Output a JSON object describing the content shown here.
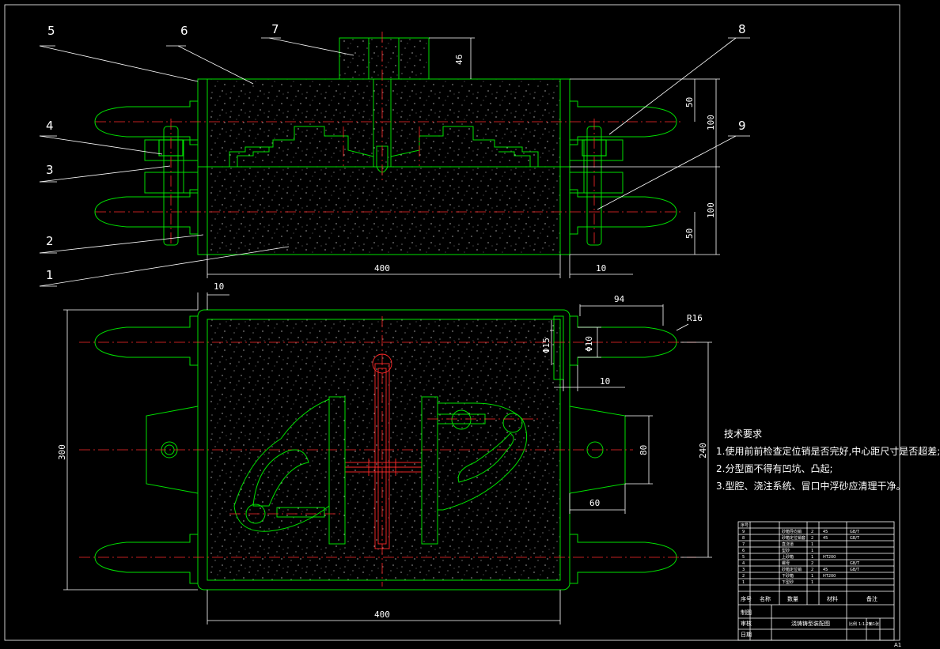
{
  "callouts": [
    "1",
    "2",
    "3",
    "4",
    "5",
    "6",
    "7",
    "8",
    "9"
  ],
  "dimensions": {
    "front_width": "400",
    "sprue_height": "46",
    "upper_half": "100",
    "upper_pin": "50",
    "lower_half": "100",
    "lower_pin": "50",
    "ear_offset": "10",
    "plan_offset": "10",
    "pin_length": "94",
    "radius": "R16",
    "bush_dia": "Φ15",
    "pin_dia": "Φ10",
    "pin_gap": "10",
    "plan_height": "300",
    "plan_width": "400",
    "lug_height": "80",
    "lug_depth": "60",
    "pin_spacing": "240"
  },
  "technical_requirements": {
    "title": "技术要求",
    "items": [
      "1.使用前前检查定位销是否完好,中心距尺寸是否超差;",
      "2.分型面不得有凹坑、凸起;",
      "3.型腔、浇注系统、冒口中浮砂应清理干净。"
    ]
  },
  "title_block": {
    "header": "序号",
    "rows": [
      {
        "no": "9",
        "name": "砂箱导向销",
        "qty": "2",
        "material": "45",
        "note": "GB/T"
      },
      {
        "no": "8",
        "name": "砂箱定位销套",
        "qty": "2",
        "material": "45",
        "note": "GB/T"
      },
      {
        "no": "7",
        "name": "直浇道",
        "qty": "1",
        "material": "",
        "note": ""
      },
      {
        "no": "6",
        "name": "型砂",
        "qty": "1",
        "material": "",
        "note": ""
      },
      {
        "no": "5",
        "name": "上砂箱",
        "qty": "1",
        "material": "HT200",
        "note": ""
      },
      {
        "no": "4",
        "name": "螺母",
        "qty": "2",
        "material": "",
        "note": "GB/T"
      },
      {
        "no": "3",
        "name": "砂箱定位销",
        "qty": "2",
        "material": "45",
        "note": "GB/T"
      },
      {
        "no": "2",
        "name": "下砂箱",
        "qty": "1",
        "material": "HT200",
        "note": ""
      },
      {
        "no": "1",
        "name": "下型砂",
        "qty": "1",
        "material": "",
        "note": ""
      }
    ],
    "col_headers": [
      "序号",
      "名称",
      "数量",
      "材料",
      "备注"
    ],
    "drawing_title": "浇铸铸型装配图",
    "scale_label": "比例",
    "scale": "1:1.25",
    "sheet_label": "第1张",
    "roles": [
      "制图",
      "审核",
      "日期"
    ],
    "sheet_code": "A1"
  }
}
